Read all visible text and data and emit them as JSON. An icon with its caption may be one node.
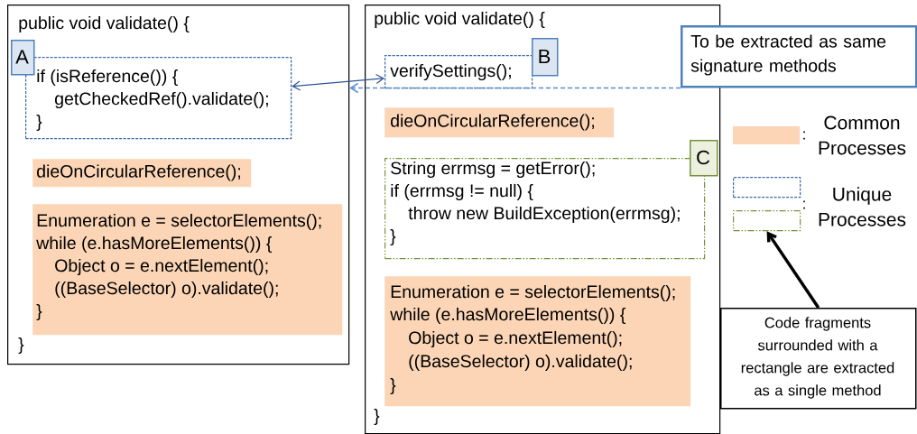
{
  "diagram": {
    "nodes": [
      {
        "text": [
          "public void validate() {",
          "}"
        ]
      },
      {
        "text": [
          "if (isReference()) {",
          "getCheckedRef().validate();",
          "}"
        ],
        "in": 0
      },
      {
        "text": [
          "A"
        ],
        "in": 0
      },
      {
        "text": [
          "dieOnCircularReference();"
        ],
        "in": 0
      },
      {
        "text": [
          "Enumeration e = selectorElements();",
          "while (e.hasMoreElements()) {",
          "Object o = e.nextElement();",
          "((BaseSelector) o).validate();",
          "}"
        ],
        "in": 0
      },
      {
        "text": [
          "public void validate() {",
          "}"
        ]
      },
      {
        "text": [
          "verifySettings();"
        ],
        "in": 5
      },
      {
        "text": [
          "B"
        ],
        "in": 5
      },
      {
        "text": [
          "dieOnCircularReference();"
        ],
        "in": 5
      },
      {
        "text": [
          "String errmsg = getError();",
          "if (errmsg != null) {",
          "throw new BuildException(errmsg);",
          "}"
        ],
        "in": 5
      },
      {
        "text": [
          "C"
        ],
        "in": 5
      },
      {
        "text": [
          "Enumeration e = selectorElements();",
          "while (e.hasMoreElements()) {",
          "Object o = e.nextElement();",
          "((BaseSelector) o).validate();",
          "}"
        ],
        "in": 5
      },
      {
        "text": [
          "To be extracted as same signature methods"
        ]
      },
      {
        "text": [
          "Code fragments surrounded with a rectangle are extracted as a single method"
        ]
      },
      {
        "text": [],
        "shape": "box"
      },
      {
        "text": [],
        "shape": "box"
      }
    ],
    "edges": [
      {
        "from": 1,
        "to": 6,
        "arrow": "both",
        "color": "#2f5597"
      },
      {
        "from": 12,
        "to": 0,
        "arrow": "to",
        "style": "dashed",
        "color": "#5b8fd0"
      },
      {
        "from": 13,
        "to": 15,
        "arrow": "to",
        "style": "thick",
        "color": "#000000"
      }
    ],
    "labels": [
      ":",
      ":"
    ],
    "legend": [
      {
        "text": "Common Processes",
        "color": "#fbd5b5"
      },
      {
        "text": "Unique Processes"
      }
    ]
  }
}
